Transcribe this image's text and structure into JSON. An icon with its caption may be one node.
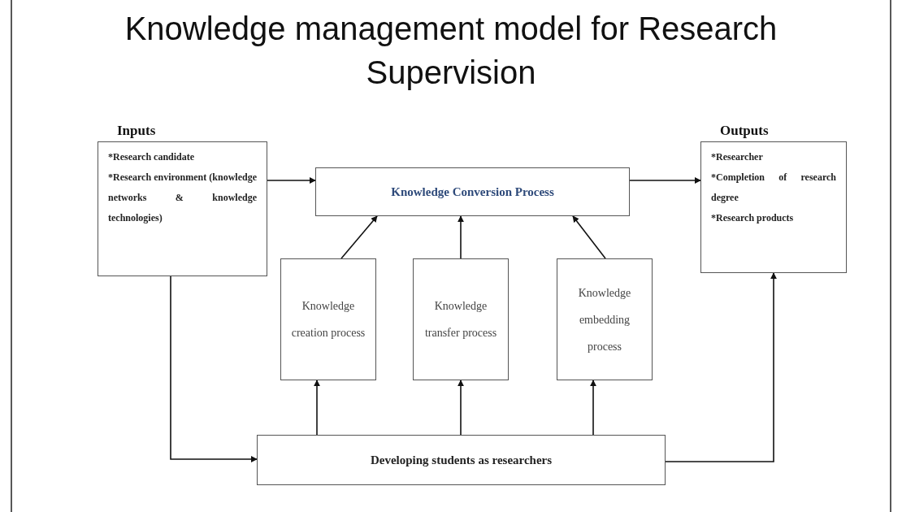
{
  "diagram": {
    "title": "Knowledge management model for Research Supervision",
    "nodes": [
      {
        "text": [
          "Inputs",
          "*Research candidate",
          "*Research environment (knowledge networks & knowledge technologies)"
        ]
      },
      {
        "text": [
          "Knowledge Conversion Process"
        ]
      },
      {
        "text": [
          "Outputs",
          "*Researcher",
          "*Completion of research degree",
          "*Research products"
        ]
      },
      {
        "text": [
          "Knowledge creation process"
        ]
      },
      {
        "text": [
          "Knowledge transfer process"
        ]
      },
      {
        "text": [
          "Knowledge embedding process"
        ]
      },
      {
        "text": [
          "Developing students as researchers"
        ]
      }
    ],
    "edges": [
      {
        "from": 0,
        "to": 1,
        "arrow": "to"
      },
      {
        "from": 1,
        "to": 2,
        "arrow": "to"
      },
      {
        "from": 3,
        "to": 1,
        "arrow": "to"
      },
      {
        "from": 4,
        "to": 1,
        "arrow": "to"
      },
      {
        "from": 5,
        "to": 1,
        "arrow": "to"
      },
      {
        "from": 6,
        "to": 3,
        "arrow": "to"
      },
      {
        "from": 6,
        "to": 4,
        "arrow": "to"
      },
      {
        "from": 6,
        "to": 5,
        "arrow": "to"
      },
      {
        "from": 0,
        "to": 6,
        "arrow": "to"
      },
      {
        "from": 6,
        "to": 2,
        "arrow": "to"
      }
    ]
  }
}
